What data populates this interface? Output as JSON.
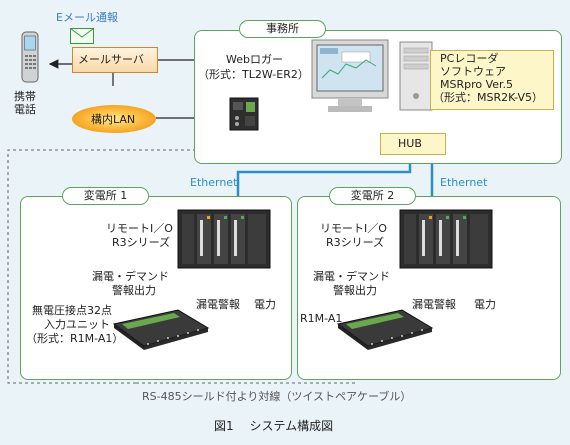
{
  "office": {
    "title": "事務所"
  },
  "email": {
    "notify_label": "Eメール通報",
    "mail_server": "メールサーバ",
    "lan": "構内LAN",
    "phone_label": "携帯\n電話"
  },
  "logger": {
    "line1": "Webロガー",
    "line2": "（形式：TL2W-ER2）"
  },
  "pc_software": {
    "line1": "PCレコーダ",
    "line2": "ソフトウェア",
    "line3": "MSRpro Ver.5",
    "line4": "（形式：MSR2K-V5）"
  },
  "hub": "HUB",
  "ethernet_left": "Ethernet",
  "ethernet_right": "Ethernet",
  "substation1": {
    "title": "変電所 1",
    "remote_line1": "リモートI／O",
    "remote_line2": "R3シリーズ",
    "demand_line1": "漏電・デマンド",
    "demand_line2": "警報出力",
    "leak_alarm": "漏電警報",
    "power": "電力",
    "unit_line1": "無電圧接点32点",
    "unit_line2": "入力ユニット",
    "unit_line3": "（形式：R1M-A1）"
  },
  "substation2": {
    "title": "変電所 2",
    "remote_line1": "リモートI／O",
    "remote_line2": "R3シリーズ",
    "demand_line1": "漏電・デマンド",
    "demand_line2": "警報出力",
    "leak_alarm": "漏電警報",
    "power": "電力",
    "unit_label": "R1M-A1"
  },
  "rs485": "RS-485シールド付より対線（ツイストペアケーブル）",
  "caption": "図1　 システム構成図",
  "colors": {
    "panel_border": "#5aa65a",
    "ethernet": "#2d8fc2",
    "accent_orange": "#f3a21c",
    "hub_fill": "#fdf6c8"
  }
}
